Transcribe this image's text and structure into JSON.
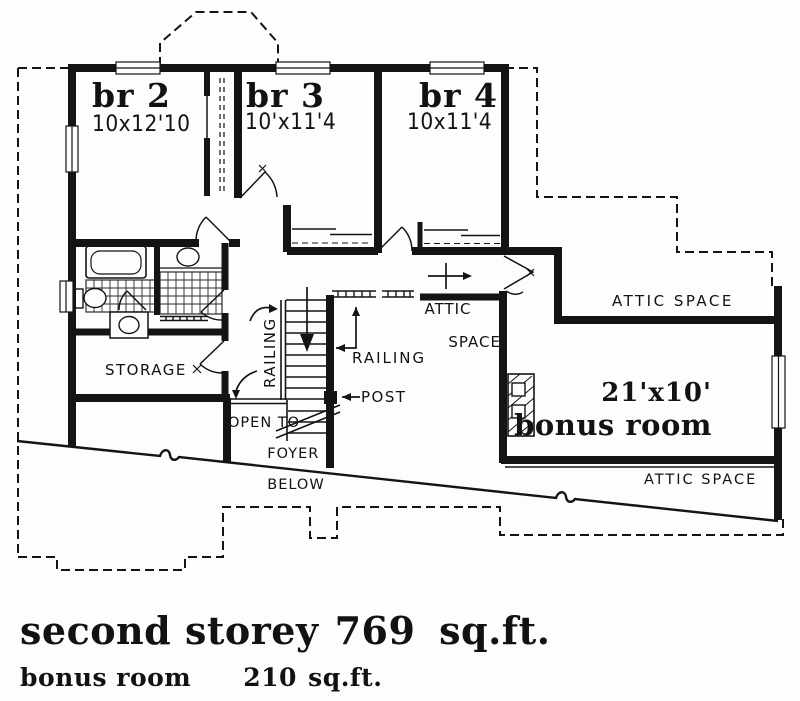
{
  "canvas": {
    "background": "#fdfdfb",
    "ink": "#141414"
  },
  "rooms": {
    "br2": {
      "name": "br 2",
      "dims": "10x12'10"
    },
    "br3": {
      "name": "br 3",
      "dims": "10'x11'4"
    },
    "br4": {
      "name": "br 4",
      "dims": "10x11'4"
    }
  },
  "labels": {
    "attic_middle_line1": "ATTIC",
    "attic_middle_line2": "SPACE",
    "attic_upper_right": "ATTIC SPACE",
    "attic_lower_right": "ATTIC SPACE",
    "railing_stairs": "RAILING",
    "railing_landing": "RAILING",
    "post": "POST",
    "storage": "STORAGE",
    "open_foyer_line1": "OPEN TO",
    "open_foyer_line2": "FOYER",
    "open_foyer_line3": "BELOW",
    "bonus_dims": "21'x10'",
    "bonus_name": "bonus room"
  },
  "summary": {
    "storey_label": "second storey",
    "storey_area": "769 sq.ft.",
    "bonus_label": "bonus room",
    "bonus_area": "210 sq.ft."
  }
}
